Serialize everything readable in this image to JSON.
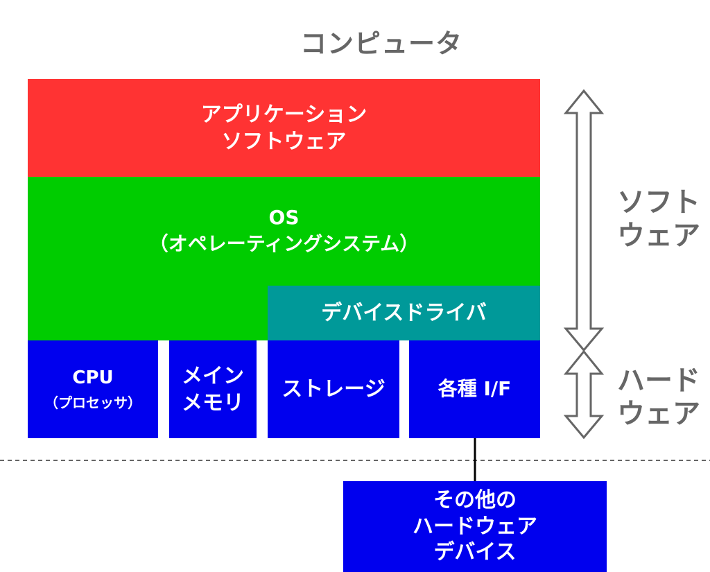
{
  "title": "コンピュータ",
  "layers": {
    "application": {
      "line1": "アプリケーション",
      "line2": "ソフトウェア",
      "color": "#ff3333"
    },
    "os": {
      "line1": "OS",
      "line2": "（オペレーティングシステム）",
      "color": "#00cc00"
    },
    "device_driver": {
      "label": "デバイスドライバ",
      "color": "#009999"
    }
  },
  "hardware": {
    "color": "#0000ee",
    "cpu": {
      "line1": "CPU",
      "line2": "（プロセッサ）"
    },
    "main_memory": {
      "line1": "メイン",
      "line2": "メモリ"
    },
    "storage": {
      "label": "ストレージ"
    },
    "interfaces": {
      "label": "各種 I/F"
    }
  },
  "external_device": {
    "line1": "その他の",
    "line2": "ハードウェア",
    "line3": "デバイス"
  },
  "side_labels": {
    "software": {
      "line1": "ソフト",
      "line2": "ウェア"
    },
    "hardware": {
      "line1": "ハード",
      "line2": "ウェア"
    }
  },
  "colors": {
    "text_gray": "#666666",
    "arrow_stroke": "#666666",
    "connector": "#000000"
  }
}
